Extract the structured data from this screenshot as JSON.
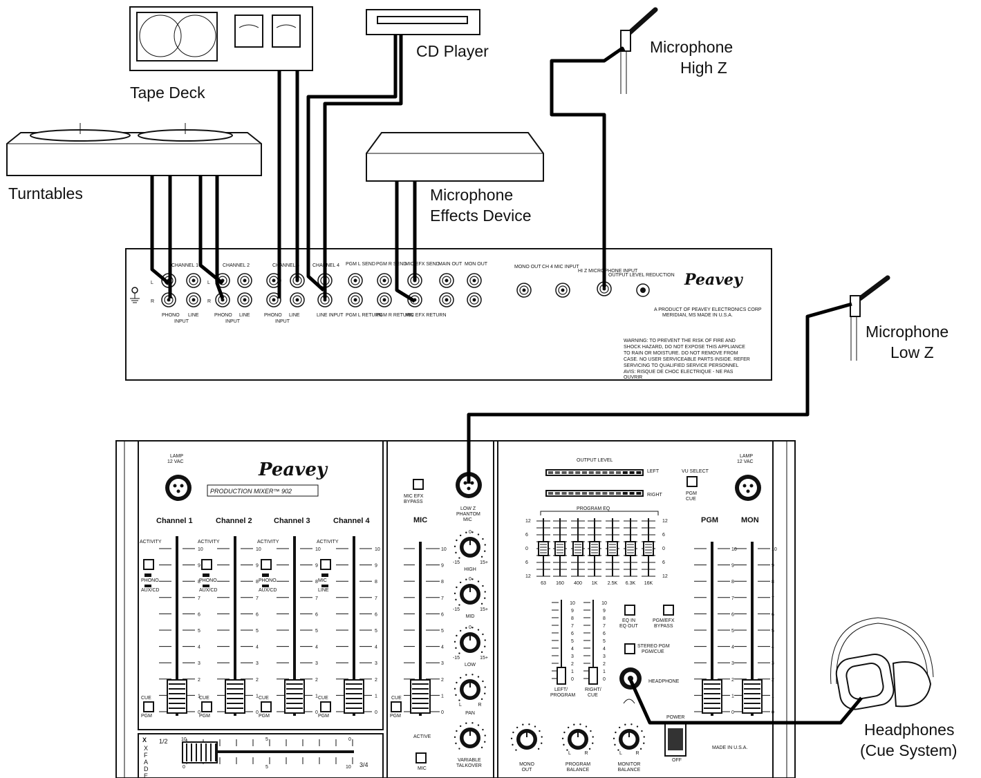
{
  "devices": {
    "tape_deck": "Tape Deck",
    "cd_player": "CD Player",
    "turntables": "Turntables",
    "mic_high_z": [
      "Microphone",
      "High Z"
    ],
    "mic_low_z": [
      "Microphone",
      "Low Z"
    ],
    "effects": [
      "Microphone",
      "Effects Device"
    ],
    "headphones": [
      "Headphones",
      "(Cue System)"
    ]
  },
  "rear_panel": {
    "channel_labels": [
      "CHANNEL 1",
      "CHANNEL 2",
      "CHANNEL 3",
      "CHANNEL 4"
    ],
    "jack_top_labels": [
      "PGM L SEND",
      "PGM R SEND",
      "MIC EFX SEND",
      "MAIN OUT",
      "MON OUT"
    ],
    "jack_bottom_labels": [
      "PHONO",
      "LINE",
      "PHONO",
      "LINE",
      "PHONO",
      "LINE",
      "LINE INPUT",
      "PGM L RETURN",
      "PGM R RETURN",
      "MIC EFX RETURN"
    ],
    "input_word": "INPUT",
    "mono_out": "MONO OUT",
    "ch4_mic_input": "CH 4 MIC INPUT",
    "hi_z_mic_input": "HI Z MICROPHONE INPUT",
    "output_level_reduction": "OUTPUT LEVEL REDUCTION",
    "brand": "Peavey",
    "product_line": "A PRODUCT OF PEAVEY ELECTRONICS CORP",
    "origin_line": "MERIDIAN, MS     MADE IN U.S.A.",
    "warning": [
      "WARNING: TO PREVENT THE RISK OF FIRE AND",
      "SHOCK HAZARD, DO NOT EXPOSE THIS APPLIANCE",
      "TO RAIN OR MOISTURE. DO NOT REMOVE FROM",
      "CASE. NO USER SERVICEABLE PARTS INSIDE. REFER",
      "SERVICING TO QUALIFIED SERVICE PERSONNEL",
      "AVIS: RISQUE DE CHOC ELECTRIQUE - NE PAS",
      "OUVRIR"
    ],
    "lr": [
      "L",
      "R"
    ]
  },
  "front_panel": {
    "lamp": [
      "LAMP",
      "12 VAC"
    ],
    "product_name": "PRODUCTION MIXER™ 902",
    "channels": [
      "Channel 1",
      "Channel 2",
      "Channel 3",
      "Channel 4"
    ],
    "activity": "ACTIVITY",
    "source_sw": [
      [
        "PHONO",
        "AUX/CD"
      ],
      [
        "PHONO",
        "AUX/CD"
      ],
      [
        "PHONO",
        "AUX/CD"
      ],
      [
        "MIC",
        "LINE"
      ]
    ],
    "cue": "CUE",
    "pgm": "PGM",
    "scale": [
      "10",
      "9",
      "8",
      "7",
      "6",
      "5",
      "4",
      "3",
      "2",
      "1",
      "0"
    ],
    "xfade": "X FADE",
    "xfade_12": "1/2",
    "xfade_34": "3/4",
    "xfade_scale": [
      "10",
      "5",
      "0",
      "0",
      "5",
      "10"
    ],
    "mic_efx": [
      "MIC EFX",
      "BYPASS"
    ],
    "low_z": [
      "LOW Z",
      "PHANTOM",
      "MIC"
    ],
    "mic": "MIC",
    "eq_labels": [
      "HIGH",
      "MID",
      "LOW",
      "PAN"
    ],
    "eq_range": [
      "-15",
      "15+",
      "0"
    ],
    "active": "ACTIVE",
    "talkover": [
      "VARIABLE",
      "TALKOVER"
    ],
    "pan_lr": [
      "L",
      "R"
    ],
    "output_level": "OUTPUT LEVEL",
    "left": "LEFT",
    "right": "RIGHT",
    "vu_select": [
      "VU SELECT",
      "PGM",
      "CUE"
    ],
    "program_eq": "PROGRAM EQ",
    "eq_freqs": [
      "63",
      "160",
      "400",
      "1K",
      "2.5K",
      "6.3K",
      "16K"
    ],
    "eq_scale": [
      "12",
      "6",
      "0",
      "6",
      "12"
    ],
    "eq_in": [
      "EQ IN",
      "EQ OUT"
    ],
    "pgm_efx": [
      "PGM/EFX",
      "BYPASS"
    ],
    "stereo_pgm": [
      "STEREO PGM",
      "PGM/CUE"
    ],
    "headphone": "HEADPHONE",
    "left_program": [
      "LEFT/",
      "PROGRAM"
    ],
    "right_cue": [
      "RIGHT/",
      "CUE"
    ],
    "pgm_label": "PGM",
    "mon_label": "MON",
    "power": "POWER",
    "off": "OFF",
    "made_in": "MADE IN U.S.A.",
    "bottom_knobs": [
      [
        "MONO",
        "OUT"
      ],
      [
        "PROGRAM",
        "BALANCE"
      ],
      [
        "MONITOR",
        "BALANCE"
      ]
    ],
    "vu_scale": [
      "10",
      "9",
      "8",
      "7",
      "6",
      "5",
      "4",
      "3",
      "2",
      "1",
      "0"
    ]
  }
}
